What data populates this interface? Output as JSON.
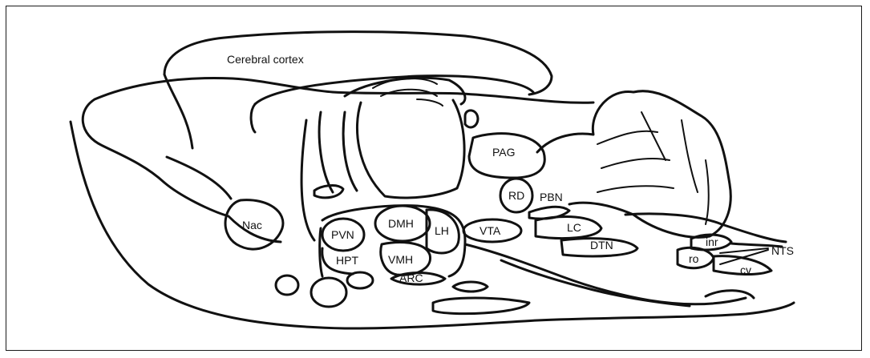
{
  "regions": {
    "cortex": "Cerebral cortex",
    "nac": "Nac",
    "pvn": "PVN",
    "dmh": "DMH",
    "lh": "LH",
    "hpt": "HPT",
    "vmh": "VMH",
    "arc": "ARC",
    "vta": "VTA",
    "pag": "PAG",
    "rd": "RD",
    "pbn": "PBN",
    "lc": "LC",
    "dtn": "DTN",
    "inr": "inr",
    "ro": "ro",
    "cv": "cv",
    "nts": "NTS"
  },
  "colors": {
    "stroke": "#111111",
    "background": "#ffffff"
  }
}
